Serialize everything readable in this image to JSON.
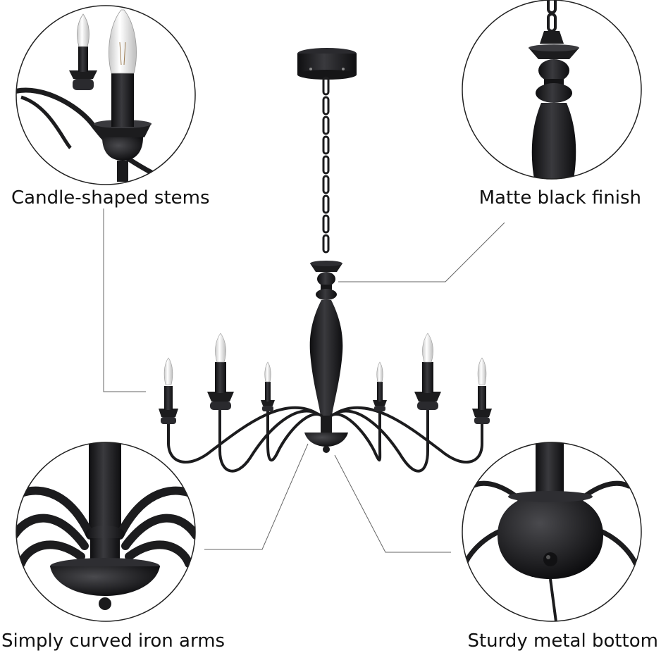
{
  "callouts": {
    "top_left": "Candle-shaped stems",
    "top_right": "Matte black finish",
    "bottom_left": "Simply curved iron arms",
    "bottom_right": "Sturdy metal bottom"
  },
  "colors": {
    "metal": "#1c1c1e",
    "metal_highlight": "#4a4a4e",
    "bulb": "#eeeeee",
    "circle_border": "#222222",
    "leader_line": "#666666",
    "text": "#111111",
    "background": "#ffffff"
  },
  "icons": {
    "product": "chandelier-image",
    "detail_1": "candle-stem-detail-image",
    "detail_2": "finish-detail-image",
    "detail_3": "arms-detail-image",
    "detail_4": "bottom-detail-image"
  }
}
